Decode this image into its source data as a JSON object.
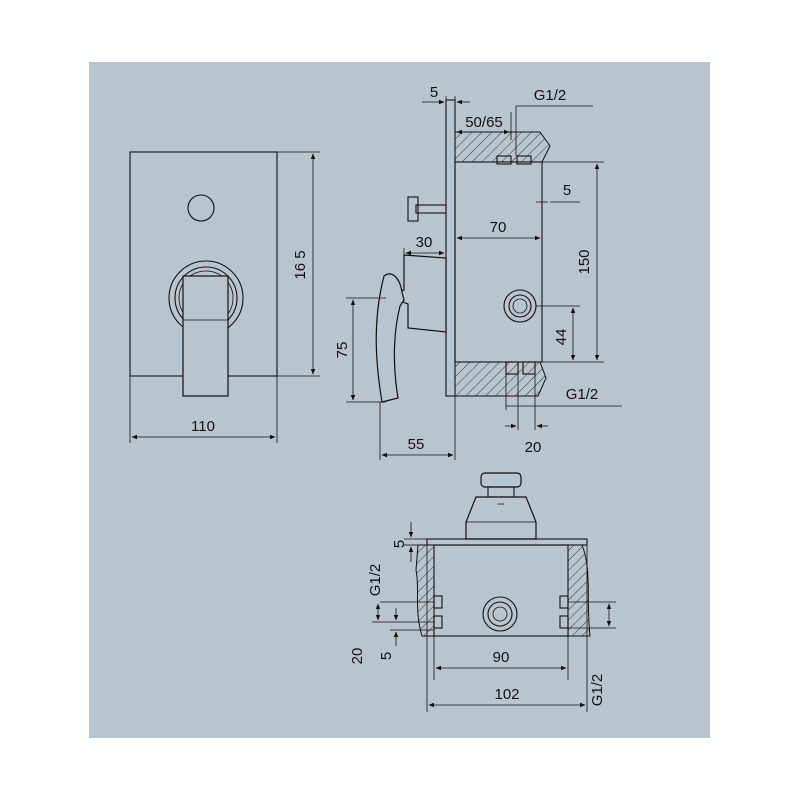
{
  "colors": {
    "background": "#b8c5cf",
    "line": "#111111",
    "page": "#ffffff"
  },
  "front_view": {
    "width_label": "110",
    "height_label": "16 5"
  },
  "side_view": {
    "plate_offset_label": "5",
    "depth_range_label": "50/65",
    "thread_top_label": "G1/2",
    "inner_offset_label": "5",
    "body_depth_label": "70",
    "stem_label": "30",
    "total_height_label": "150",
    "lever_height_label": "75",
    "outlet_height_label": "44",
    "thread_bottom_label": "G1/2",
    "projection_label": "55",
    "thread_spacing_label": "20"
  },
  "top_view": {
    "plate_label": "5",
    "thread_left_label": "G1/2",
    "spacing_label": "20",
    "offset_label": "5",
    "inner_width_label": "90",
    "outer_width_label": "102",
    "thread_right_label": "G1/2"
  }
}
